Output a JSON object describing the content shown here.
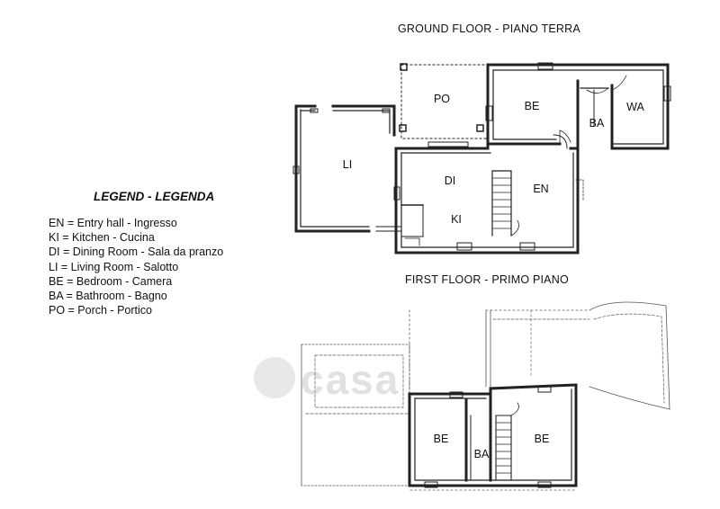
{
  "titles": {
    "ground": "GROUND FLOOR - PIANO TERRA",
    "first": "FIRST FLOOR - PRIMO PIANO"
  },
  "legend": {
    "title": "LEGEND - LEGENDA",
    "items": [
      "EN = Entry hall - Ingresso",
      "KI = Kitchen - Cucina",
      "DI = Dining Room - Sala da pranzo",
      "LI = Living Room - Salotto",
      "BE = Bedroom - Camera",
      "BA = Bathroom - Bagno",
      "PO = Porch - Portico"
    ]
  },
  "rooms": {
    "ground": {
      "po": "PO",
      "be": "BE",
      "ba": "BA",
      "wa": "WA",
      "li": "LI",
      "di": "DI",
      "en": "EN",
      "ki": "KI"
    },
    "first": {
      "be_left": "BE",
      "ba": "BA",
      "be_right": "BE"
    }
  },
  "watermark": "casa"
}
